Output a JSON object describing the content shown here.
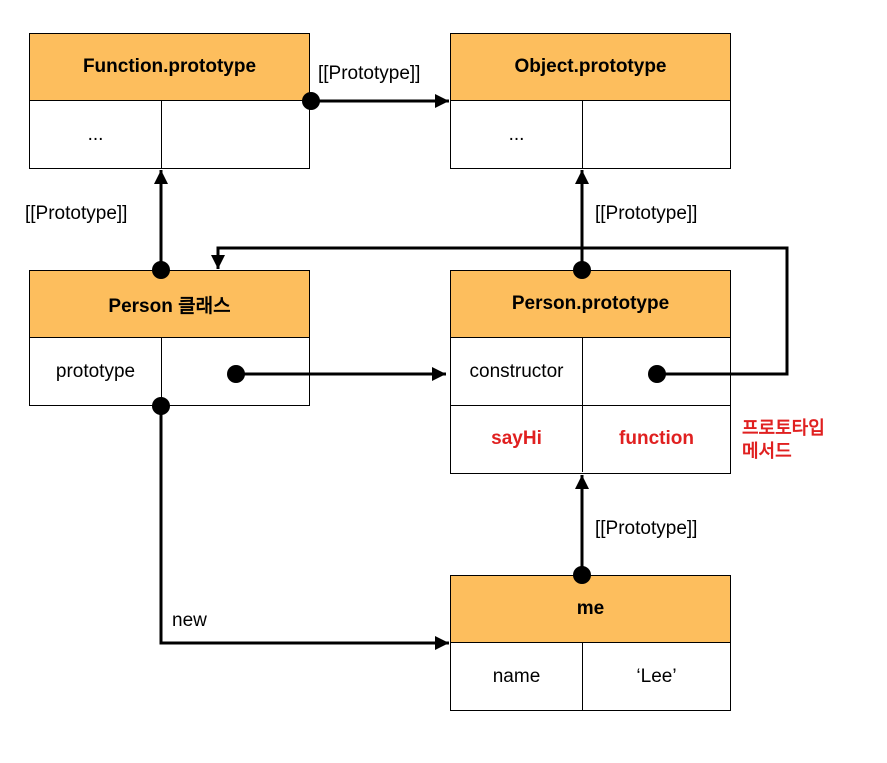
{
  "boxes": {
    "function_prototype": {
      "title": "Function.prototype",
      "key": "...",
      "value": ""
    },
    "object_prototype": {
      "title": "Object.prototype",
      "key": "...",
      "value": ""
    },
    "person_class": {
      "title": "Person 클래스",
      "key": "prototype",
      "value": ""
    },
    "person_prototype": {
      "title": "Person.prototype",
      "rows": [
        {
          "key": "constructor",
          "value": ""
        },
        {
          "key": "sayHi",
          "value": "function"
        }
      ]
    },
    "me": {
      "title": "me",
      "key": "name",
      "value": "‘Lee’"
    }
  },
  "labels": {
    "proto_func_to_obj": "[[Prototype]]",
    "proto_class_to_func": "[[Prototype]]",
    "proto_personproto_to_obj": "[[Prototype]]",
    "proto_me_to_personproto": "[[Prototype]]",
    "new": "new"
  },
  "note": {
    "line1": "프로토타입",
    "line2": "메서드"
  },
  "colors": {
    "header": "#FDBE5D",
    "highlight": "#E02020",
    "line": "#000000"
  }
}
